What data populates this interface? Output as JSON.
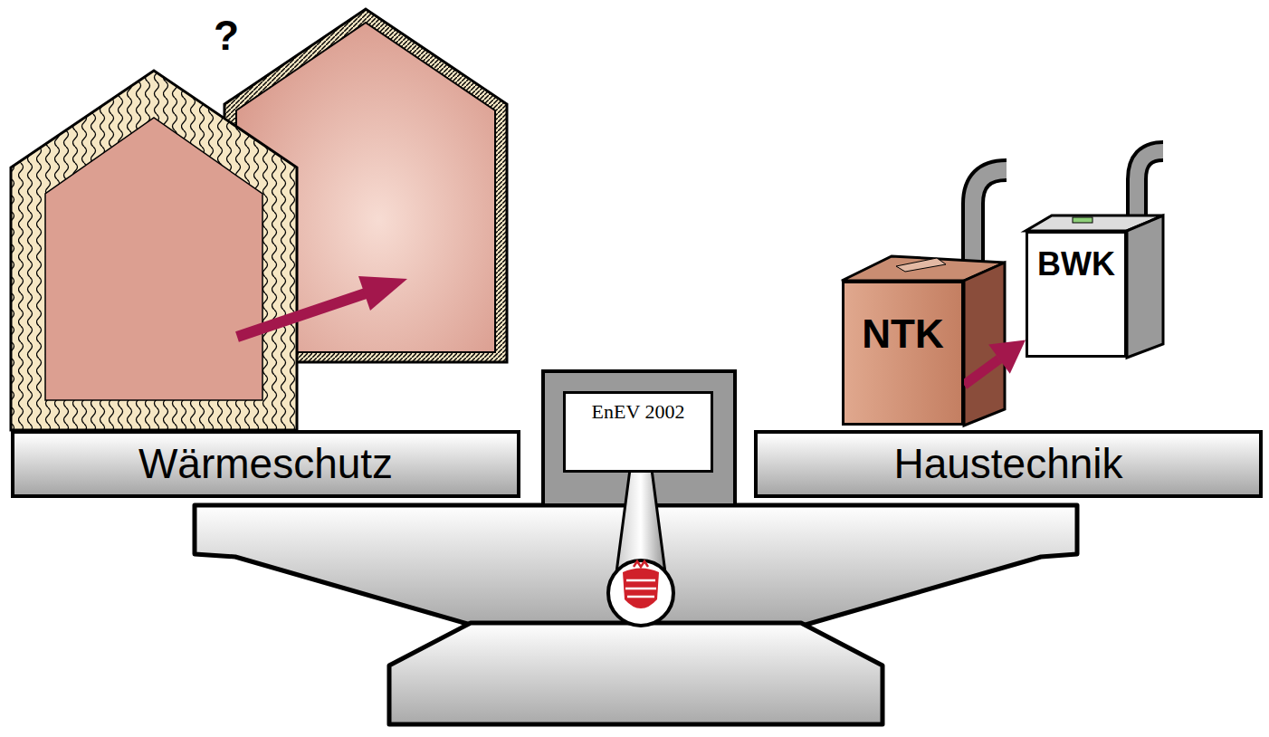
{
  "diagram": {
    "nodes": [
      {
        "text": [
          "NTK"
        ]
      },
      {
        "text": [
          "BWK"
        ]
      },
      {
        "text": [
          "Wärmeschutz"
        ]
      },
      {
        "text": [
          "EnEV 2002"
        ]
      },
      {
        "text": [
          "Haustechnik"
        ]
      }
    ],
    "edges": [
      {
        "from": 0,
        "to": 1,
        "arrow": "to"
      }
    ],
    "labels": [
      "?"
    ]
  }
}
